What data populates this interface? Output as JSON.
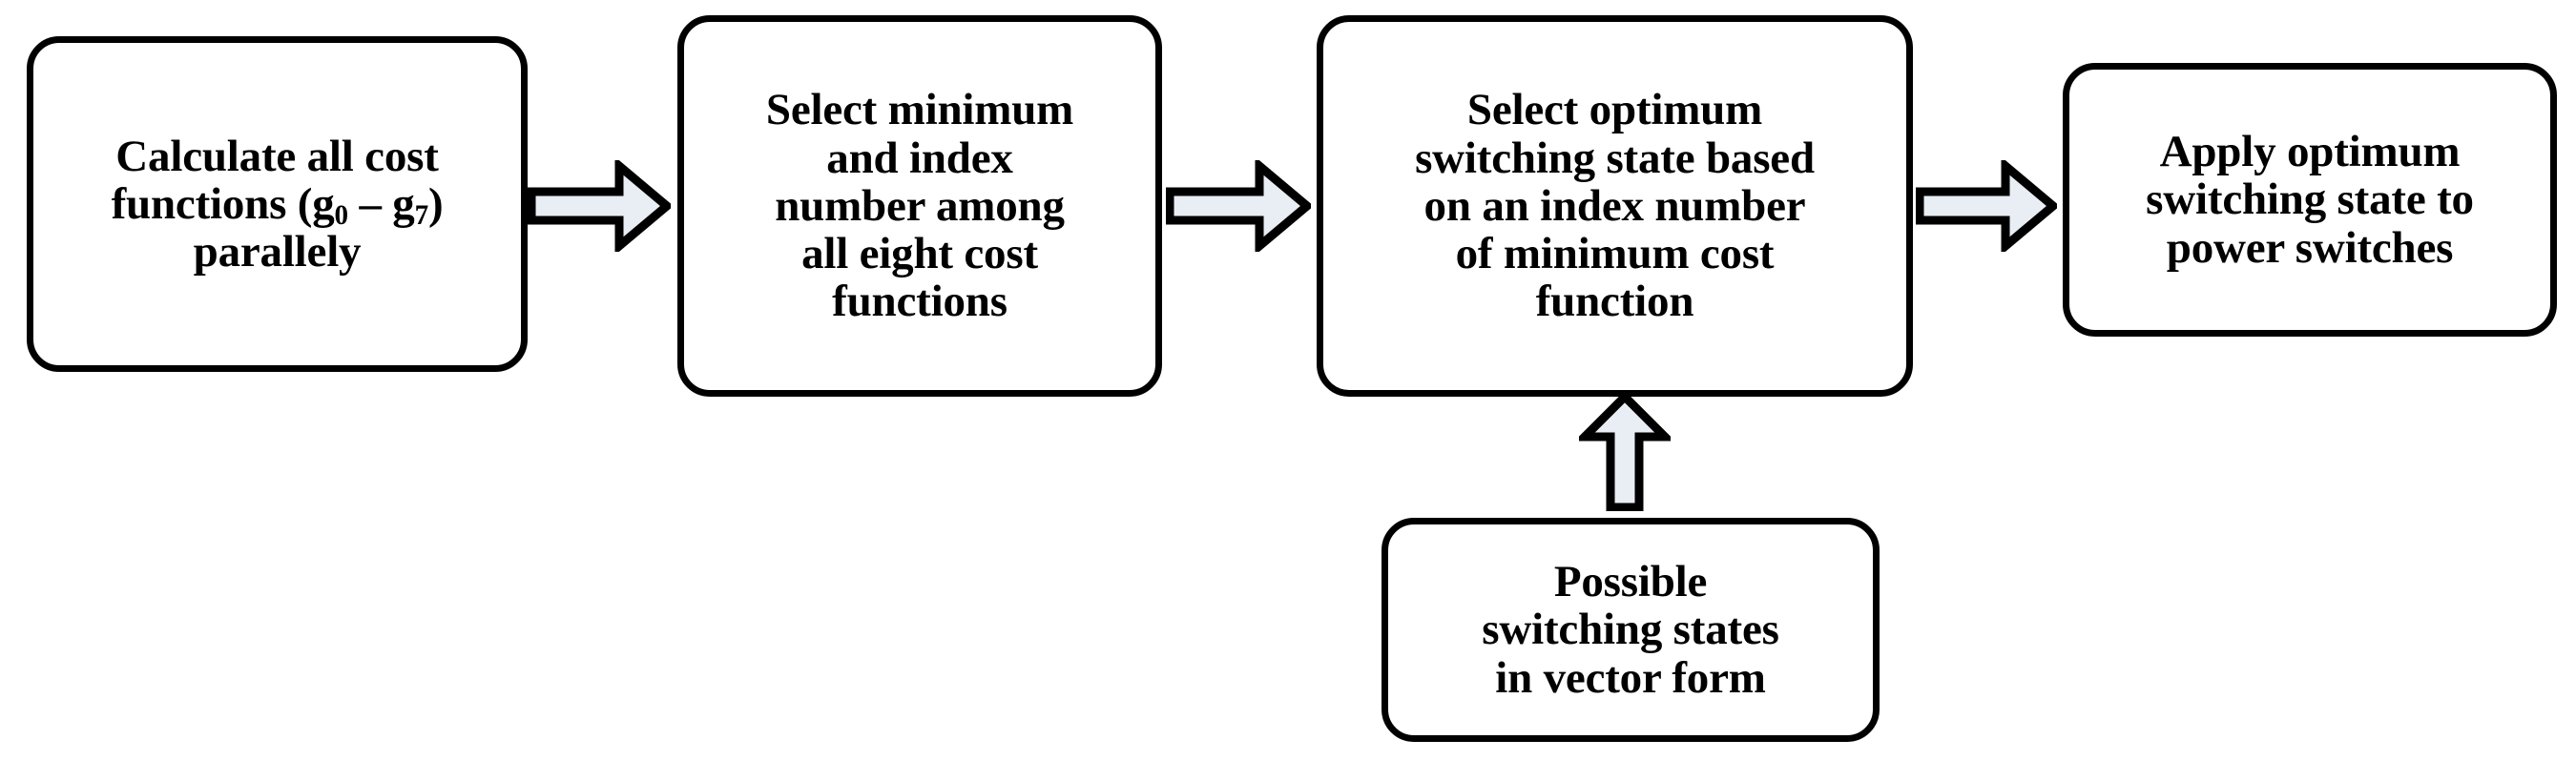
{
  "diagram": {
    "title": "Cost function minimization and switching state selection flowchart",
    "type": "flowchart",
    "orientation": "left-to-right",
    "background_color": "#ffffff",
    "node_fill": "#ffffff",
    "node_stroke": "#000000",
    "arrow_fill": "#e9edf4",
    "arrow_stroke": "#000000",
    "text_color": "#000000"
  },
  "nodes": [
    {
      "id": "calculate-cost-functions",
      "text": "Calculate all cost\nfunctions (g0 – g7)\nparallely",
      "lines": [
        "Calculate all cost",
        "functions (g0 – g7)",
        "parallely"
      ],
      "has_subscripts": true
    },
    {
      "id": "select-minimum-index",
      "text": "Select minimum\nand index\nnumber among\nall eight cost\nfunctions",
      "lines": [
        "Select minimum",
        "and index",
        "number among",
        "all eight cost",
        "functions"
      ],
      "has_subscripts": false
    },
    {
      "id": "select-optimum-state",
      "text": "Select optimum\nswitching state based\non an index number\nof minimum cost\nfunction",
      "lines": [
        "Select optimum",
        "switching state based",
        "on an index number",
        "of minimum cost",
        "function"
      ],
      "has_subscripts": false
    },
    {
      "id": "apply-optimum-state",
      "text": "Apply optimum\nswitching state to\npower switches",
      "lines": [
        "Apply optimum",
        "switching state to",
        "power switches"
      ],
      "has_subscripts": false
    },
    {
      "id": "possible-switching-states",
      "text": "Possible\nswitching states\nin vector form",
      "lines": [
        "Possible",
        "switching states",
        "in vector form"
      ],
      "has_subscripts": false
    }
  ],
  "connectors": [
    {
      "id": "arrow-1",
      "from": "calculate-cost-functions",
      "to": "select-minimum-index",
      "direction": "right",
      "style": "block-arrow"
    },
    {
      "id": "arrow-2",
      "from": "select-minimum-index",
      "to": "select-optimum-state",
      "direction": "right",
      "style": "block-arrow"
    },
    {
      "id": "arrow-3",
      "from": "select-optimum-state",
      "to": "apply-optimum-state",
      "direction": "right",
      "style": "block-arrow"
    },
    {
      "id": "arrow-4",
      "from": "possible-switching-states",
      "to": "select-optimum-state",
      "direction": "up",
      "style": "block-arrow"
    }
  ],
  "node_text": {
    "box1_line1": "Calculate all cost",
    "box1_line2_pre": "functions (g",
    "box1_line2_sub1": "0",
    "box1_line2_mid": " – g",
    "box1_line2_sub2": "7",
    "box1_line2_post": ")",
    "box1_line3": "parallely",
    "box2": "Select minimum\nand index\nnumber among\nall eight cost\nfunctions",
    "box3": "Select optimum\nswitching state based\non an index number\nof minimum cost\nfunction",
    "box4": "Apply optimum\nswitching state to\npower switches",
    "box5": "Possible\nswitching states\nin vector form"
  }
}
